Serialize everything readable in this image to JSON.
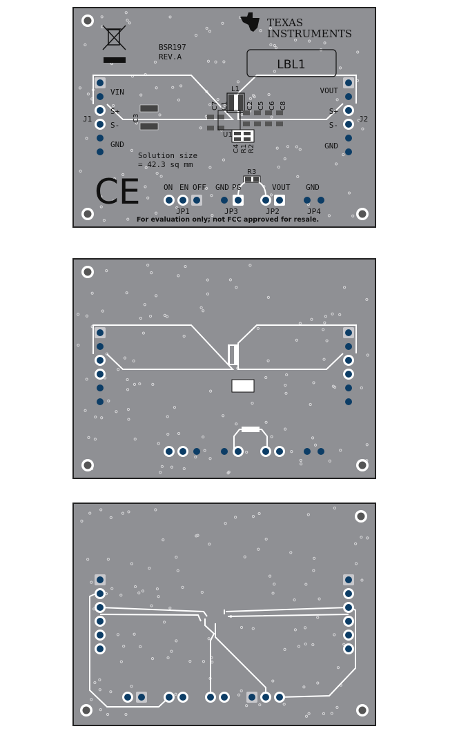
{
  "colors": {
    "board": "#8f9094",
    "pad": "#0c3d66",
    "trace": "#ffffff",
    "silk": "#111111"
  },
  "top_layer": {
    "board_id": "BSR197",
    "revision": "REV.A",
    "logo_text": [
      "TEXAS",
      "INSTRUMENTS"
    ],
    "label_box": "LBL1",
    "left_connector": "J1",
    "right_connector": "J2",
    "left_pins": [
      "VIN",
      "S+",
      "S-",
      "GND"
    ],
    "right_pins": [
      "VOUT",
      "S+",
      "S-",
      "GND"
    ],
    "components": [
      "L1",
      "C7",
      "C1",
      "C2",
      "C5",
      "C6",
      "C8",
      "C3",
      "U1",
      "C4",
      "R1",
      "R2",
      "R3"
    ],
    "solution_size": [
      "Solution size",
      "= 42.3 sq mm"
    ],
    "jumper_labels": [
      "ON",
      "EN",
      "OFF",
      "GND",
      "PG",
      "VOUT",
      "GND"
    ],
    "jumpers": [
      "JP1",
      "JP3",
      "JP2",
      "JP4"
    ],
    "disclaimer": "For evaluation only; not FCC approved for resale.",
    "ce_mark": "CE",
    "weee_icon": "crossed-bin-icon"
  }
}
